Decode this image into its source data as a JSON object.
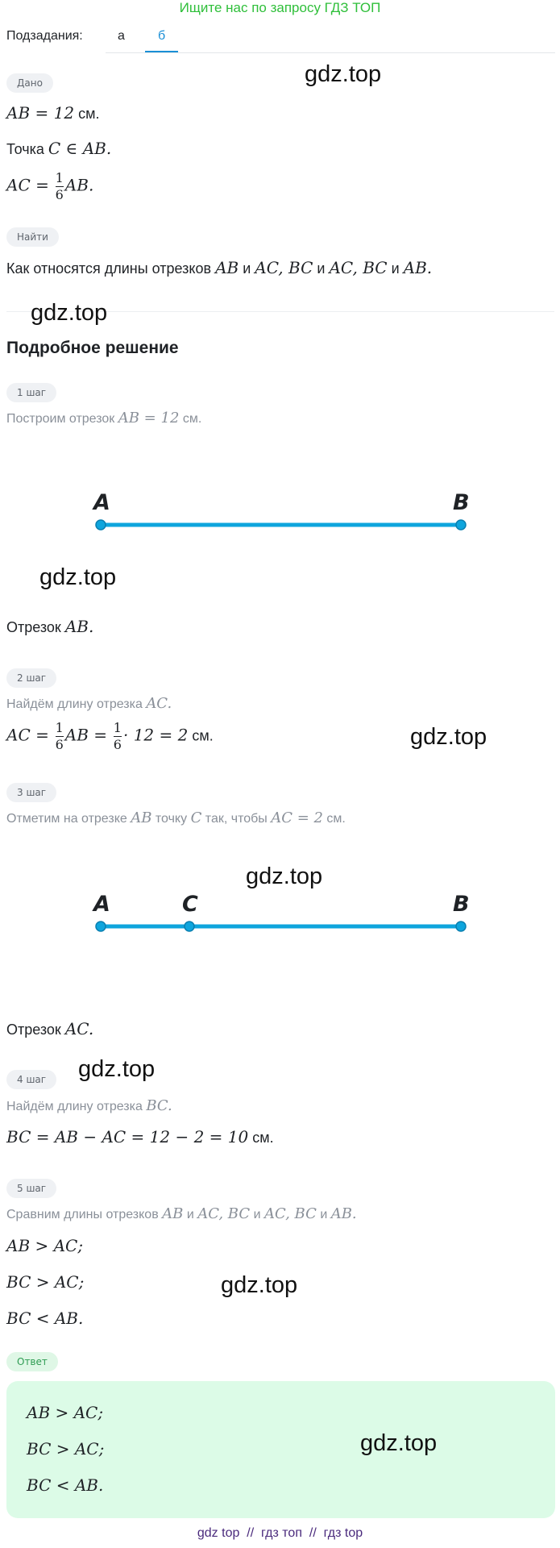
{
  "banner": "Ищите нас по запросу ГДЗ ТОП",
  "subtasks": {
    "label": "Подзадания:",
    "tabs": [
      "а",
      "б"
    ],
    "active": "б"
  },
  "given": {
    "chip": "Дано",
    "l1_math": "AB = 12",
    "l1_unit": " см.",
    "l2_text": "Точка ",
    "l2_math": "C ∈ AB.",
    "l3_lhs": "AC =",
    "l3_num": "1",
    "l3_den": "6",
    "l3_rhs": "AB."
  },
  "find": {
    "chip": "Найти",
    "text1": "Как относятся длины отрезков ",
    "m1": "AB",
    "and1": " и ",
    "m2": "AC, BC",
    "and2": " и ",
    "m3": "AC, BC",
    "and3": " и ",
    "m4": "AB."
  },
  "solution_title": "Подробное решение",
  "steps": {
    "s1": {
      "chip": "1 шаг",
      "text": "Построим отрезок ",
      "math": "AB = 12",
      "unit": " см.",
      "caption_text": "Отрезок ",
      "caption_math": "AB."
    },
    "s2": {
      "chip": "2 шаг",
      "text": "Найдём длину отрезка ",
      "math": "AC.",
      "f_lhs": "AC =",
      "f_num1": "1",
      "f_den1": "6",
      "f_mid": "AB =",
      "f_num2": "1",
      "f_den2": "6",
      "f_rhs": "· 12 = 2",
      "f_unit": " см."
    },
    "s3": {
      "chip": "3 шаг",
      "text1": "Отметим на отрезке ",
      "math1": "AB",
      "text2": " точку ",
      "math2": "C",
      "text3": " так, чтобы ",
      "math3": "AC = 2",
      "unit": " см.",
      "caption_text": "Отрезок ",
      "caption_math": "AC."
    },
    "s4": {
      "chip": "4 шаг",
      "text": "Найдём длину отрезка ",
      "math": "BC.",
      "formula": "BC = AB − AC = 12 − 2 = 10",
      "unit": " см."
    },
    "s5": {
      "chip": "5 шаг",
      "text1": "Сравним длины отрезков ",
      "m1": "AB",
      "and1": " и ",
      "m2": "AC, BC",
      "and2": " и ",
      "m3": "AC, BC",
      "and3": " и ",
      "m4": "AB.",
      "r1": "AB > AC;",
      "r2": "BC > AC;",
      "r3": "BC < AB."
    }
  },
  "diagram1": {
    "points": [
      "A",
      "B"
    ]
  },
  "diagram2": {
    "points": [
      "A",
      "C",
      "B"
    ]
  },
  "answer": {
    "chip": "Ответ",
    "r1": "AB > AC;",
    "r2": "BC > AC;",
    "r3": "BC < AB."
  },
  "watermark": "gdz.top",
  "footer": "gdz top  //  гдз топ  //  гдз top",
  "colors": {
    "banner": "#2fbf3a",
    "accent": "#1a8fd6",
    "segment": "#0ea5dd",
    "answer_bg": "#dcfbe7",
    "footer": "#4a2a7c"
  }
}
